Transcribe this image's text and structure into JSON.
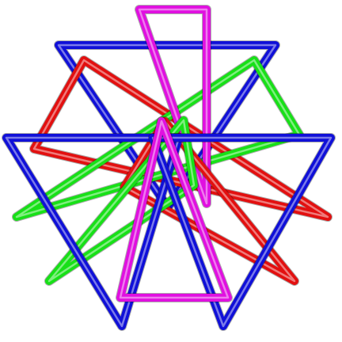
{
  "colors": {
    "background": "#ffffff",
    "blue": "#1010d8",
    "red": "#e21010",
    "green": "#18e018",
    "magenta": "#e010e0"
  },
  "shapes": [
    {
      "name": "blue-triangle-upper",
      "color": "blue"
    },
    {
      "name": "blue-triangle-left",
      "color": "blue"
    },
    {
      "name": "blue-triangle-right",
      "color": "blue"
    },
    {
      "name": "red-triangle-upper",
      "color": "red"
    },
    {
      "name": "red-triangle-lower",
      "color": "red"
    },
    {
      "name": "green-triangle-upper",
      "color": "green"
    },
    {
      "name": "green-triangle-lower",
      "color": "green"
    },
    {
      "name": "magenta-triangle-upper",
      "color": "magenta"
    },
    {
      "name": "magenta-triangle-lower",
      "color": "magenta"
    }
  ]
}
